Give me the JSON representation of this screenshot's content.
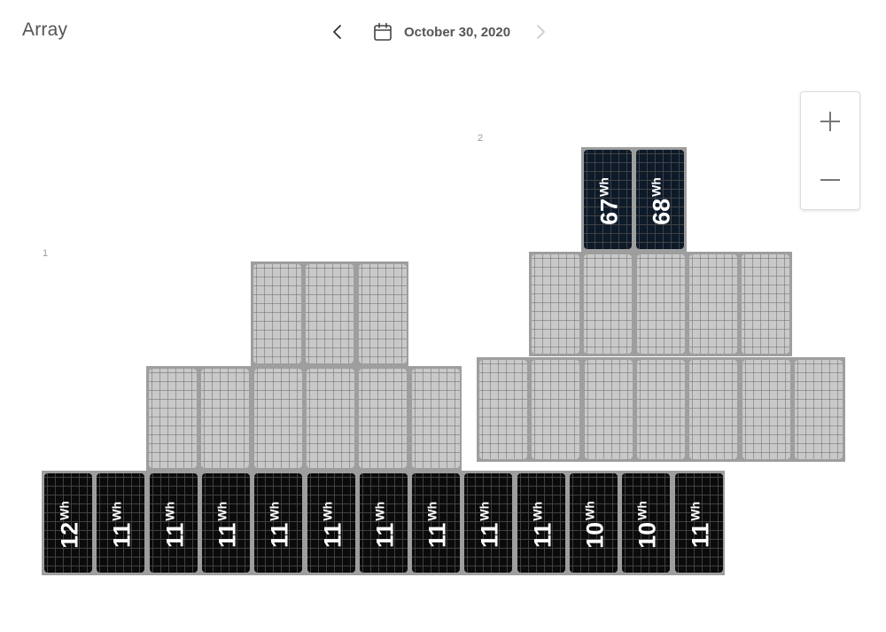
{
  "header": {
    "title": "Array",
    "date": "October 30, 2020",
    "prev_icon": "chevron-left-icon",
    "next_icon": "chevron-right-icon",
    "calendar_icon": "calendar-icon"
  },
  "zoom": {
    "in_icon": "plus-icon",
    "out_icon": "minus-icon"
  },
  "groups": [
    {
      "label": "1"
    },
    {
      "label": "2"
    }
  ],
  "colors": {
    "producing_panel": "#0b0b0b",
    "producing_panel_high": "#0d1a2a",
    "empty_panel": "#c9c9c9",
    "frame": "#9e9e9e"
  },
  "group1": {
    "row1": [
      null,
      null,
      null
    ],
    "row2": [
      null,
      null,
      null,
      null,
      null,
      null
    ],
    "row3": [
      {
        "value": "12",
        "unit": "Wh"
      },
      {
        "value": "11",
        "unit": "Wh"
      },
      {
        "value": "11",
        "unit": "Wh"
      },
      {
        "value": "11",
        "unit": "Wh"
      },
      {
        "value": "11",
        "unit": "Wh"
      },
      {
        "value": "11",
        "unit": "Wh"
      },
      {
        "value": "11",
        "unit": "Wh"
      },
      {
        "value": "11",
        "unit": "Wh"
      },
      {
        "value": "11",
        "unit": "Wh"
      },
      {
        "value": "11",
        "unit": "Wh"
      },
      {
        "value": "10",
        "unit": "Wh"
      },
      {
        "value": "10",
        "unit": "Wh"
      },
      {
        "value": "11",
        "unit": "Wh"
      }
    ]
  },
  "group2": {
    "row1": [
      {
        "value": "67",
        "unit": "Wh"
      },
      {
        "value": "68",
        "unit": "Wh"
      }
    ],
    "row2": [
      null,
      null,
      null,
      null,
      null
    ],
    "row3": [
      null,
      null,
      null,
      null,
      null,
      null,
      null
    ]
  }
}
